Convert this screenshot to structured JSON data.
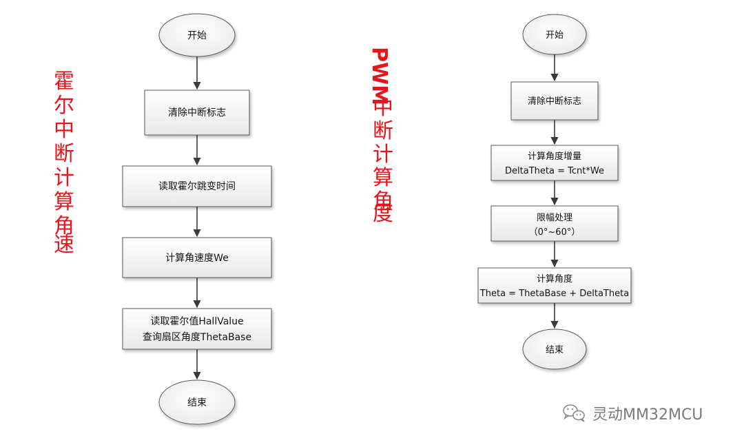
{
  "left_chart": {
    "title": "霍尔中断计算角速度",
    "nodes": {
      "start": "开始",
      "clear_flag": "清除中断标志",
      "read_hall_time": "读取霍尔跳变时间",
      "calc_speed": "计算角速度We",
      "read_hall_value_line1": "读取霍尔值HallValue",
      "read_hall_value_line2": "查询扇区角度ThetaBase",
      "end": "结束"
    }
  },
  "right_chart": {
    "title_latin": "PWM",
    "title_cjk": "中断计算角度",
    "nodes": {
      "start": "开始",
      "clear_flag": "清除中断标志",
      "calc_delta_line1": "计算角度增量",
      "calc_delta_line2": "DeltaTheta = Tcnt*We",
      "limit_line1": "限幅处理",
      "limit_line2": "（0°~60°）",
      "calc_theta_line1": "计算角度",
      "calc_theta_line2": "Theta = ThetaBase + DeltaTheta",
      "end": "结束"
    }
  },
  "watermark": {
    "text": "灵动MM32MCU",
    "icon": "wechat-icon"
  }
}
